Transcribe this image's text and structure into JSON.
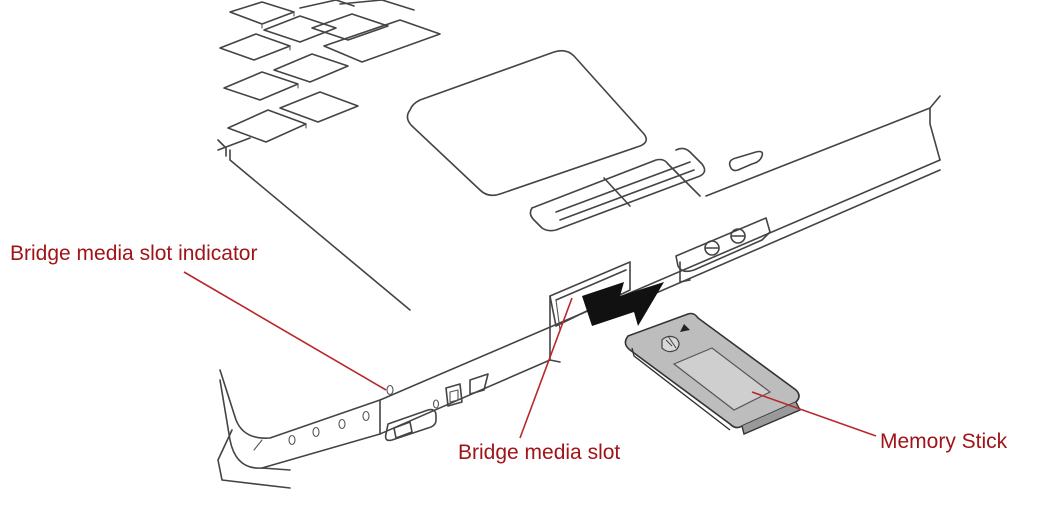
{
  "labels": {
    "indicator": "Bridge media slot indicator",
    "slot": "Bridge media slot",
    "memory_stick": "Memory Stick"
  },
  "colors": {
    "callout_text": "#a01418",
    "leader_line": "#b8282c",
    "outline": "#444444",
    "card_fill": "#bdbdbd",
    "card_shade": "#cfcfcf",
    "arrow_fill": "#111111"
  }
}
